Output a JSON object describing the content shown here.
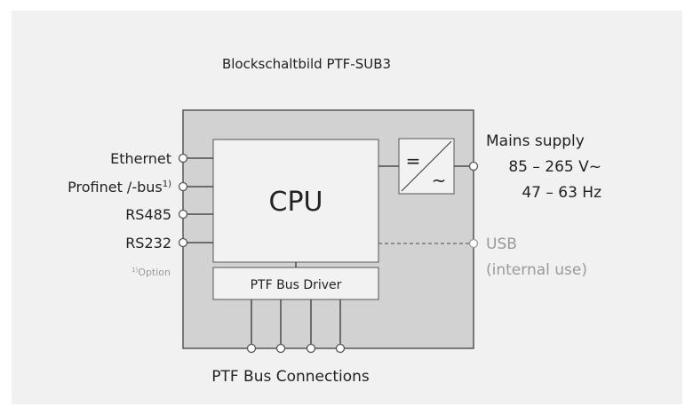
{
  "title": "Blockschaltbild PTF-SUB3",
  "cpu_label": "CPU",
  "bus_driver_label": "PTF Bus Driver",
  "left_ports": {
    "ethernet": "Ethernet",
    "profinet": "Profinet /-bus",
    "profinet_sup": "1)",
    "rs485": "RS485",
    "rs232": "RS232"
  },
  "footnote_sup": "1)",
  "footnote": "Option",
  "right": {
    "mains_title": "Mains supply",
    "mains_voltage": "85 – 265 V~",
    "mains_freq": "47 – 63 Hz",
    "usb_title": "USB",
    "usb_note": "(internal use)"
  },
  "converter_symbols": {
    "dc": "=",
    "ac": "~"
  },
  "bus_connections_label": "PTF Bus Connections",
  "colors": {
    "background": "#f1f1f1",
    "enclosure": "#d2d2d2",
    "block_fill": "#f2f2f2",
    "line": "#4a4a4a",
    "text": "#222222",
    "muted_text": "#9a9a9a"
  }
}
